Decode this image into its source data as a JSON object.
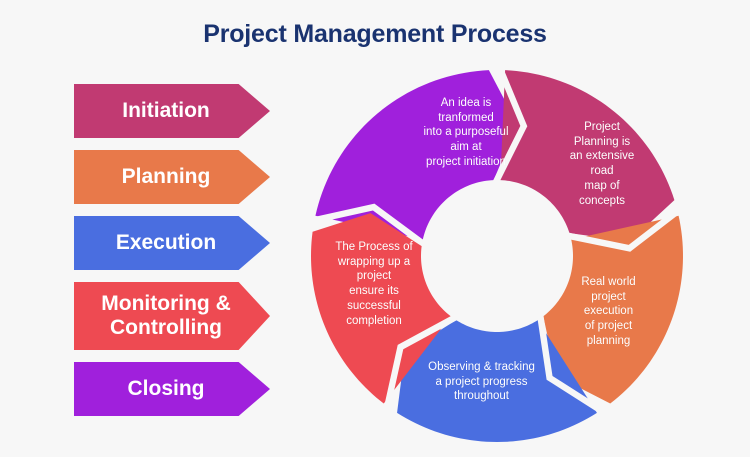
{
  "page": {
    "title": "Project Management Process",
    "title_color": "#1a3370",
    "background": "#f7f7f7"
  },
  "legend": {
    "items": [
      {
        "label": "Initiation",
        "color": "#c13a72",
        "lines": 1
      },
      {
        "label": "Planning",
        "color": "#e8794a",
        "lines": 1
      },
      {
        "label": "Execution",
        "color": "#4a6ee0",
        "lines": 1
      },
      {
        "label": "Monitoring &\nControlling",
        "color": "#ee4a52",
        "lines": 2
      },
      {
        "label": "Closing",
        "color": "#a020dc",
        "lines": 1
      }
    ]
  },
  "chart_data": {
    "type": "pie",
    "title": "Project Management Process",
    "subtype": "donut-arrow-cycle",
    "direction": "clockwise",
    "center": [
      186,
      186
    ],
    "outer_radius": 186,
    "inner_radius": 76,
    "gap_degrees": 5,
    "notch_depth": 26,
    "categories": [
      "Initiation",
      "Planning",
      "Execution",
      "Monitoring & Controlling",
      "Closing"
    ],
    "values": [
      20,
      20,
      20,
      20,
      20
    ],
    "segments": [
      {
        "name": "Initiation",
        "color": "#a020dc",
        "start_angle": -80,
        "end_angle": 0,
        "text": "An idea is\ntranformed\ninto a purposeful\naim at\nproject initiation"
      },
      {
        "name": "Planning",
        "color": "#c13a72",
        "start_angle": 0,
        "end_angle": 75,
        "text": "Project\nPlanning is\nan extensive\nroad\nmap of\nconcepts"
      },
      {
        "name": "Execution",
        "color": "#e8794a",
        "start_angle": 75,
        "end_angle": 145,
        "text": "Real world\nproject\nexecution\nof project\nplanning"
      },
      {
        "name": "Monitoring & Controlling",
        "color": "#4a6ee0",
        "start_angle": 145,
        "end_angle": 215,
        "text": "Observing & tracking\na project progress\nthroughout"
      },
      {
        "name": "Closing",
        "color": "#ee4a52",
        "start_angle": 215,
        "end_angle": 280,
        "text": "The Process of\nwrapping up a\nproject\nensure its\nsuccessful\ncompletion"
      }
    ],
    "legend_position": "left",
    "grid": false,
    "xlabel": "",
    "ylabel": ""
  }
}
